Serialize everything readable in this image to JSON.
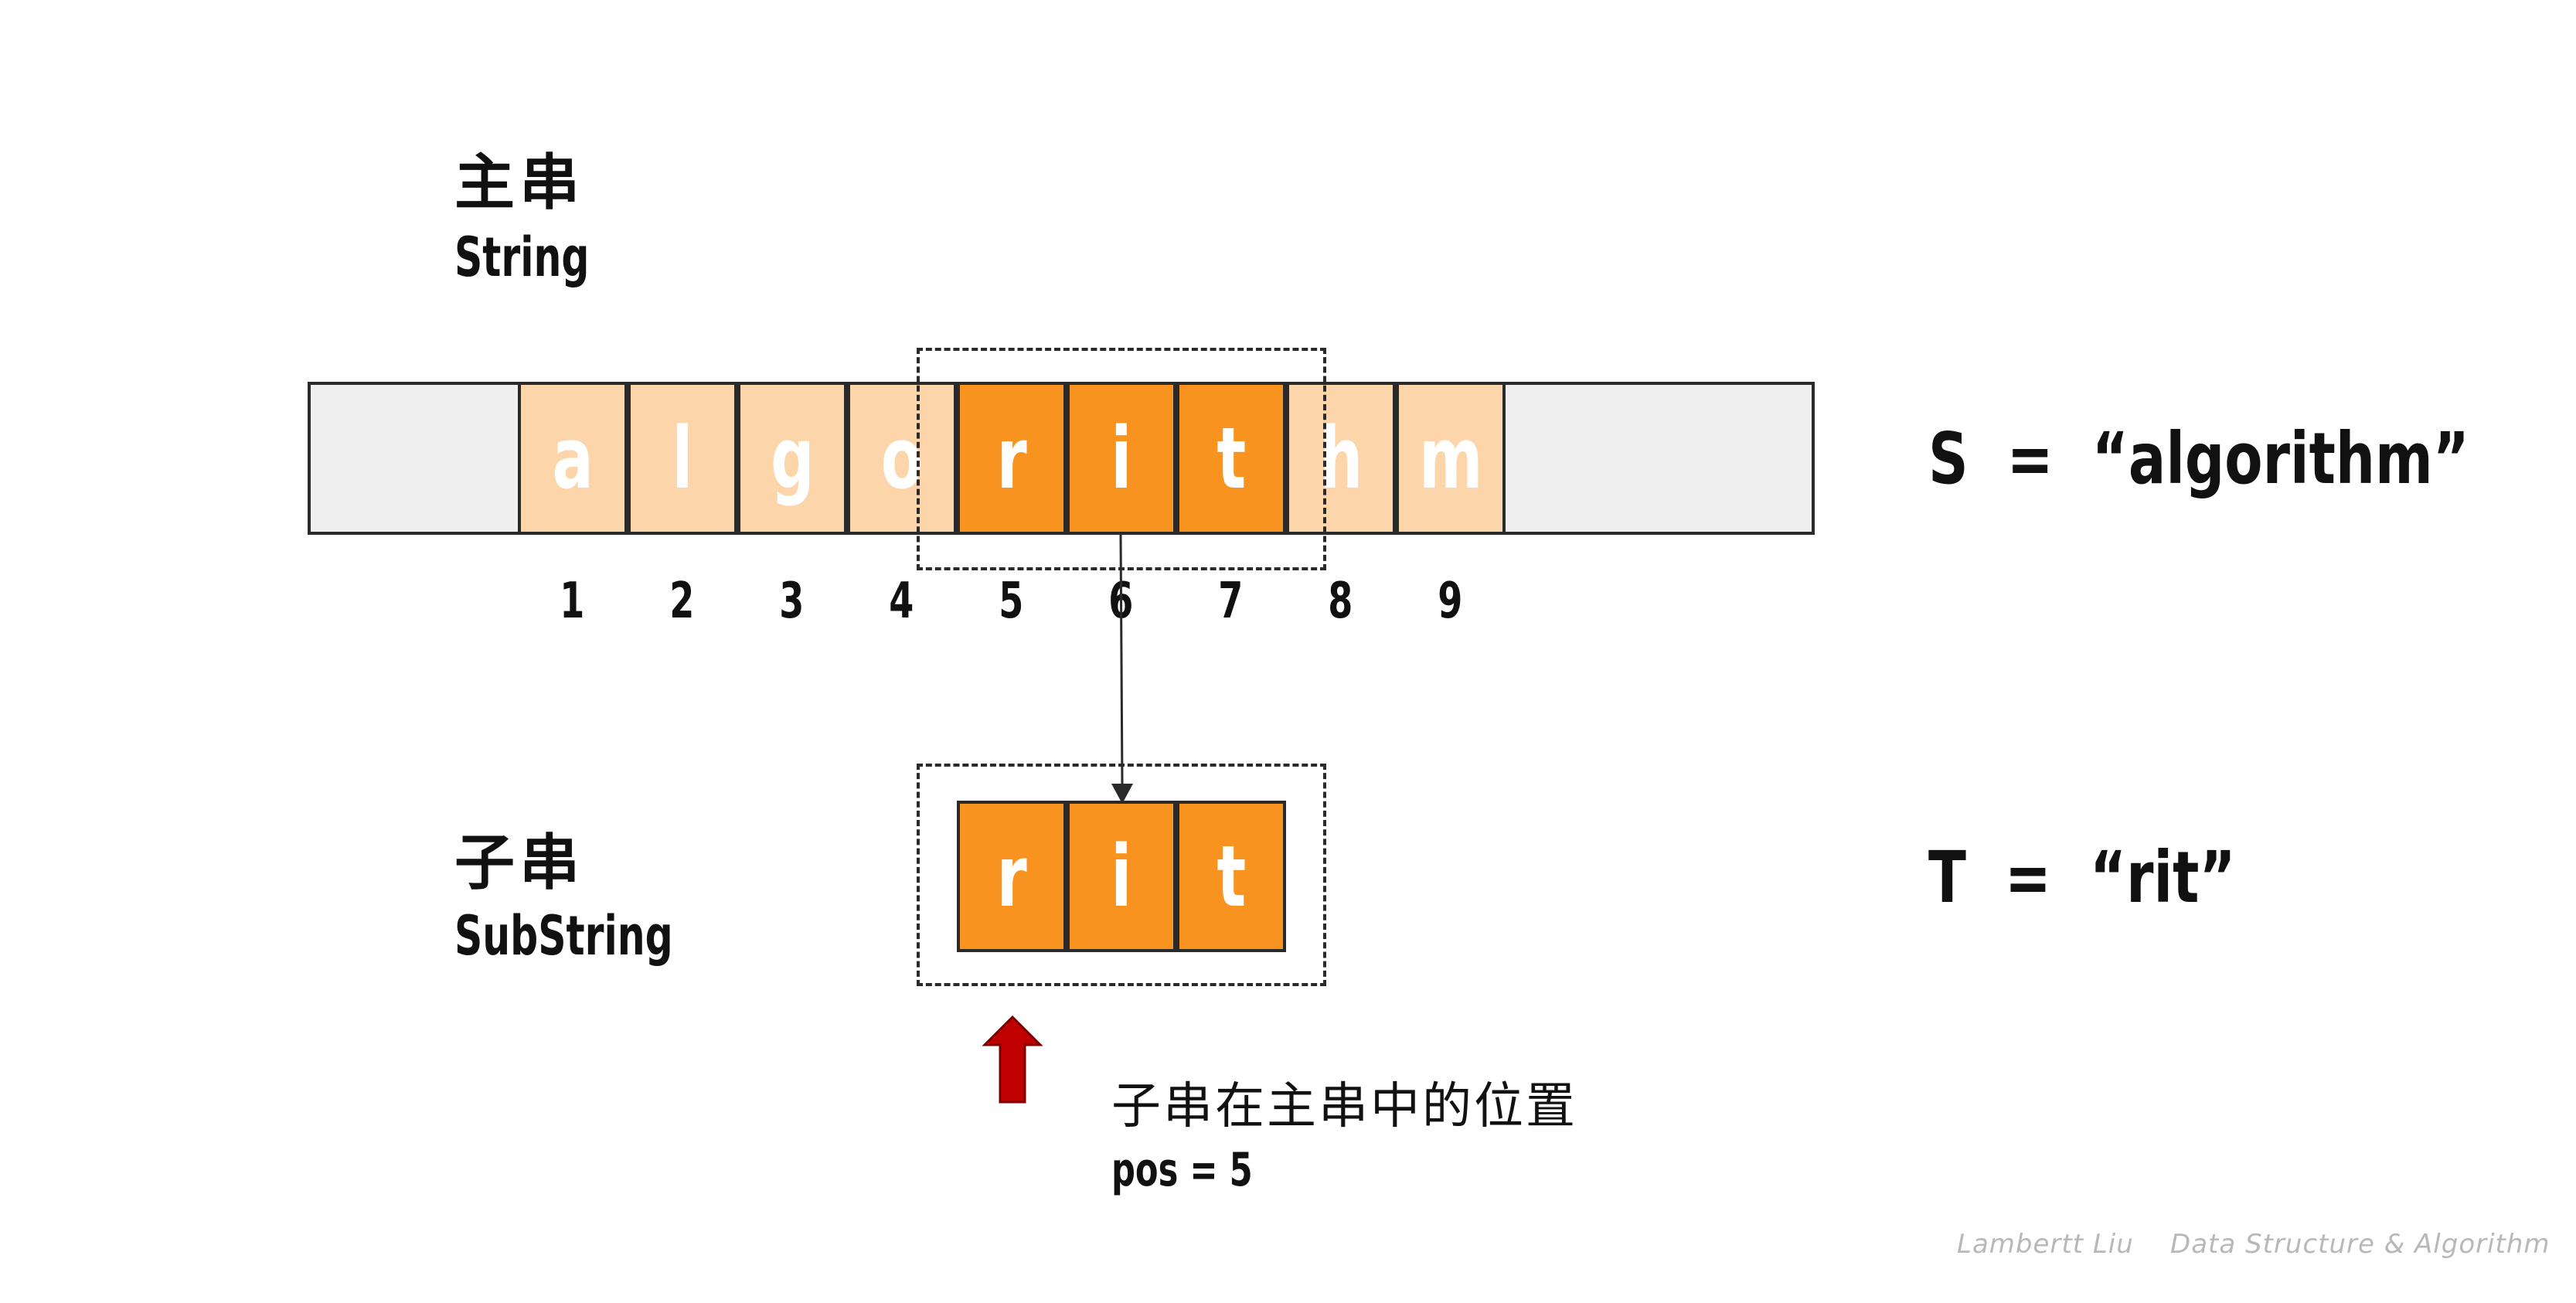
{
  "main_string": {
    "label_cjk": "主串",
    "label_en": "String",
    "prefix_cells": 0,
    "characters": [
      "a",
      "l",
      "g",
      "o",
      "r",
      "i",
      "t",
      "h",
      "m"
    ],
    "indices": [
      "1",
      "2",
      "3",
      "4",
      "5",
      "6",
      "7",
      "8",
      "9"
    ],
    "highlighted_positions": [
      5,
      6,
      7
    ],
    "equation": "S  =  “algorithm”"
  },
  "sub_string": {
    "label_cjk": "子串",
    "label_en": "SubString",
    "characters": [
      "r",
      "i",
      "t"
    ],
    "equation": "T  =  “rit”"
  },
  "position_note": {
    "caption_cjk": "子串在主串中的位置",
    "pos_text": "pos = 5"
  },
  "credit": "Lambertt Liu    Data Structure & Algorithm",
  "colors": {
    "cell_light": "#fcd5aa",
    "cell_highlight": "#f7931e",
    "bar_background": "#efefef",
    "arrow": "#c00000",
    "credit_text": "#b8b8b8"
  }
}
